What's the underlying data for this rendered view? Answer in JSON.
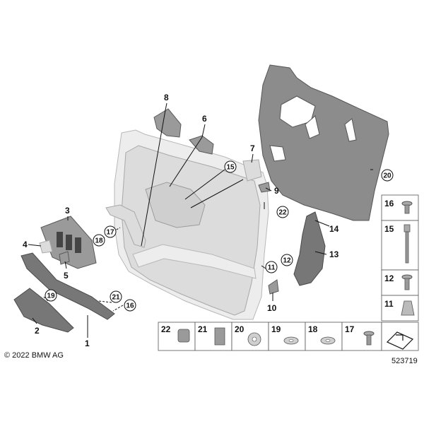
{
  "diagram": {
    "callouts": {
      "c1": "1",
      "c2": "2",
      "c3": "3",
      "c4": "4",
      "c5": "5",
      "c6": "6",
      "c7": "7",
      "c8": "8",
      "c9": "9",
      "c10": "10",
      "c13": "13",
      "c14": "14"
    },
    "circled": {
      "r11": "11",
      "r12": "12",
      "r15": "15",
      "r16": "16",
      "r17": "17",
      "r18": "18",
      "r19": "19",
      "r20": "20",
      "r21": "21",
      "r22": "22"
    },
    "table_right": [
      "16",
      "15",
      "12",
      "11"
    ],
    "table_bottom": [
      "22",
      "21",
      "20",
      "19",
      "18",
      "17"
    ],
    "copyright": "© 2022 BMW AG",
    "diagram_id": "523719"
  }
}
